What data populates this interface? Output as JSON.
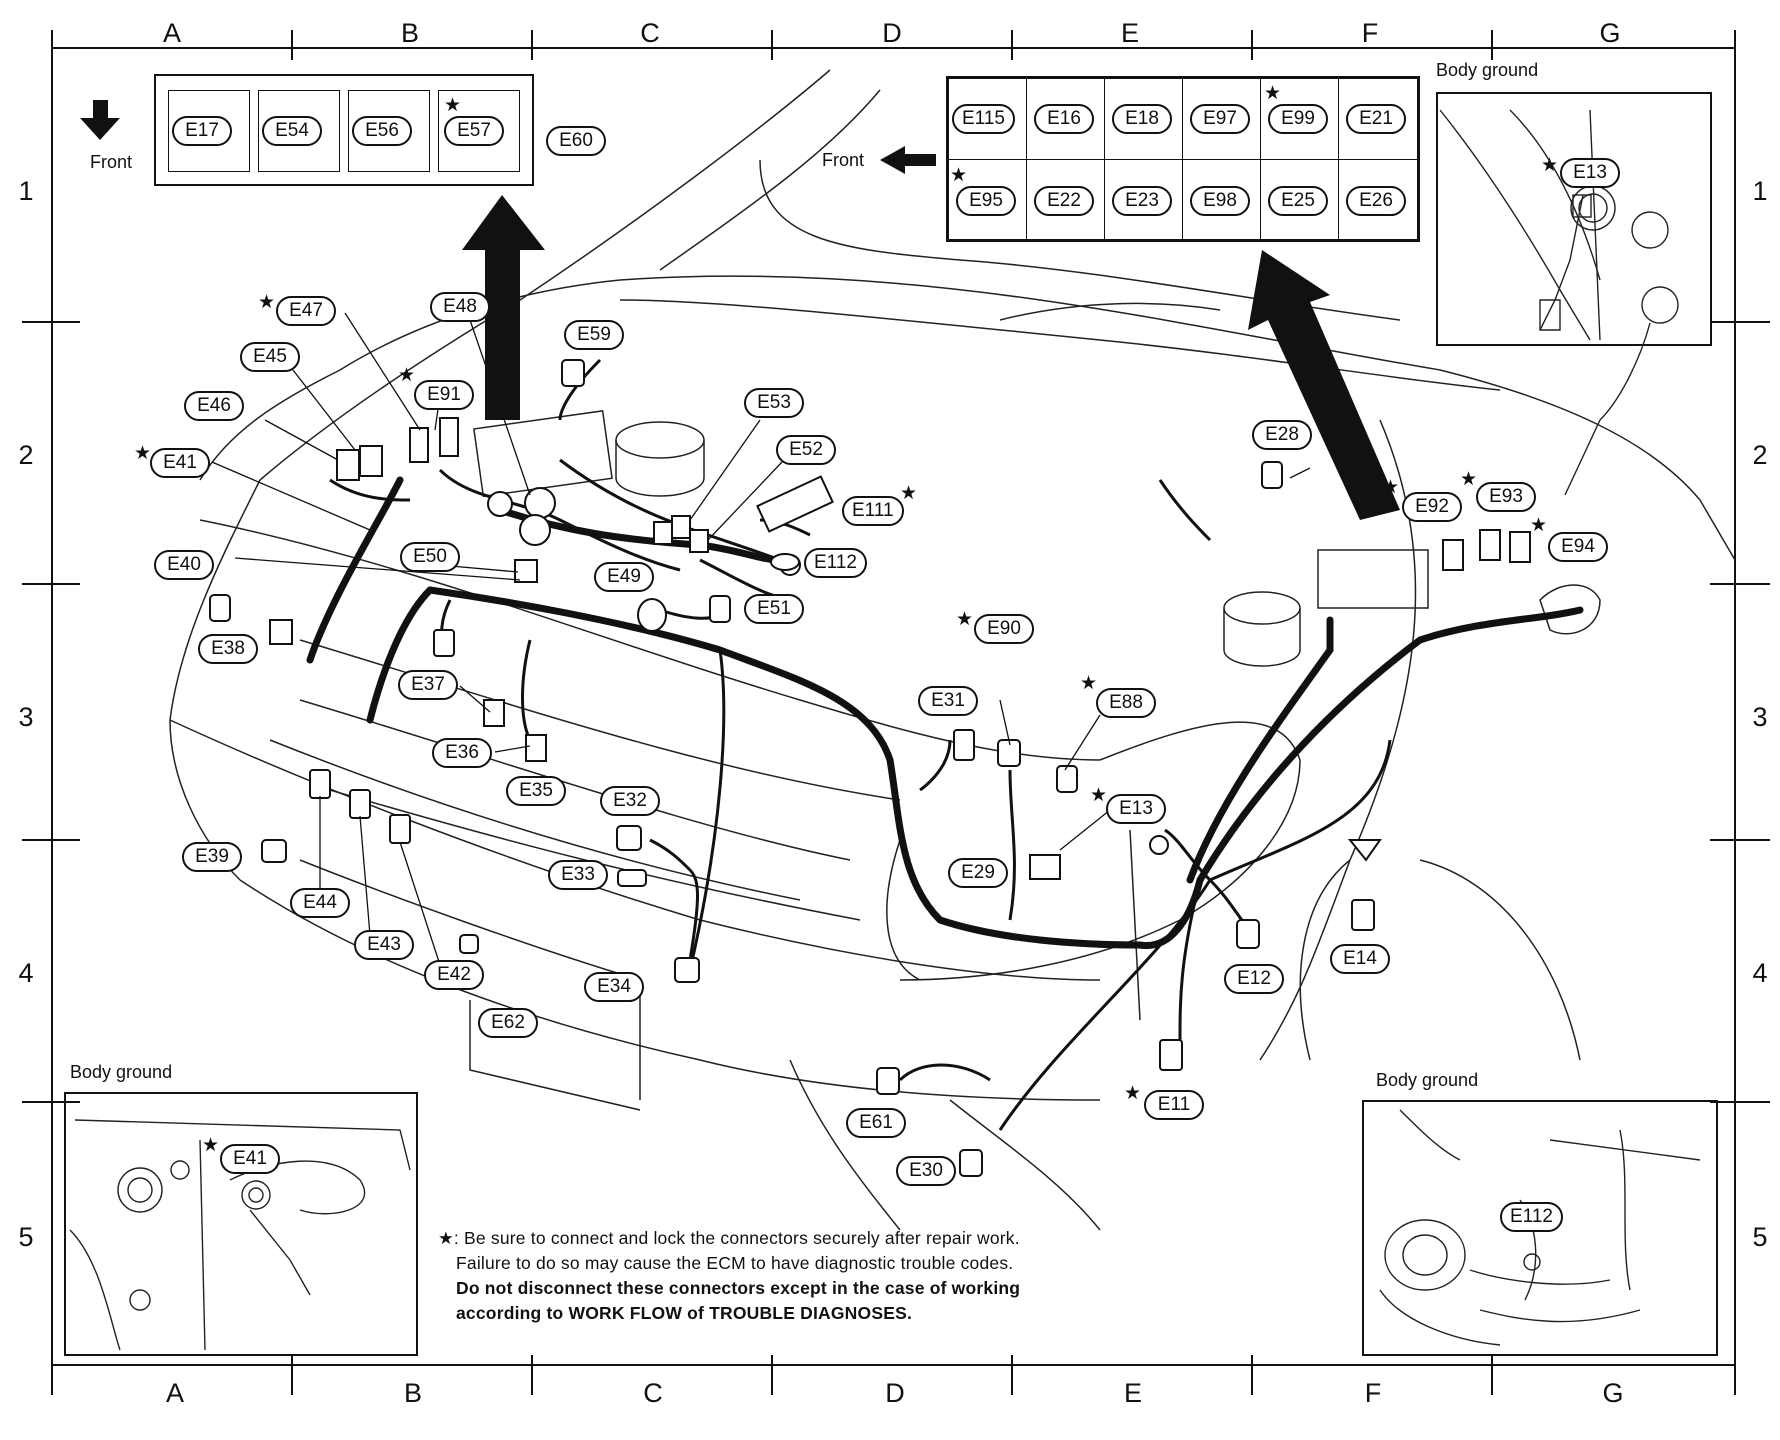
{
  "grid": {
    "columns": [
      "A",
      "B",
      "C",
      "D",
      "E",
      "F",
      "G"
    ],
    "rows": [
      "1",
      "2",
      "3",
      "4",
      "5"
    ]
  },
  "connectors": {
    "e11": "E11",
    "e12": "E12",
    "e13": "E13",
    "e14": "E14",
    "e28": "E28",
    "e29": "E29",
    "e30": "E30",
    "e31": "E31",
    "e32": "E32",
    "e33": "E33",
    "e34": "E34",
    "e35": "E35",
    "e36": "E36",
    "e37": "E37",
    "e38": "E38",
    "e39": "E39",
    "e40": "E40",
    "e41": "E41",
    "e42": "E42",
    "e43": "E43",
    "e44": "E44",
    "e45": "E45",
    "e46": "E46",
    "e47": "E47",
    "e48": "E48",
    "e49": "E49",
    "e50": "E50",
    "e51": "E51",
    "e52": "E52",
    "e53": "E53",
    "e59": "E59",
    "e60": "E60",
    "e61": "E61",
    "e62": "E62",
    "e88": "E88",
    "e90": "E90",
    "e91": "E91",
    "e92": "E92",
    "e93": "E93",
    "e94": "E94",
    "e111": "E111",
    "e112": "E112"
  },
  "left_relay_box": {
    "front_label": "Front",
    "cells": [
      "E17",
      "E54",
      "E56",
      "E57"
    ]
  },
  "right_relay_box": {
    "front_label": "Front",
    "row1": [
      "E115",
      "E16",
      "E18",
      "E97",
      "E99",
      "E21"
    ],
    "row2": [
      "E95",
      "E22",
      "E23",
      "E98",
      "E25",
      "E26"
    ]
  },
  "insets": {
    "top_right": {
      "title": "Body ground",
      "connector": "E13"
    },
    "bottom_left": {
      "title": "Body ground",
      "connector": "E41"
    },
    "bottom_right": {
      "title": "Body ground",
      "connector": "E112"
    }
  },
  "note": {
    "symbol": "★",
    "line1": ": Be sure to connect and lock the connectors securely after repair work.",
    "line2": "Failure to do so may cause the ECM to have diagnostic trouble codes.",
    "line3": "Do not disconnect these connectors except in the case of working",
    "line4": "according to WORK FLOW of TROUBLE DIAGNOSES."
  }
}
